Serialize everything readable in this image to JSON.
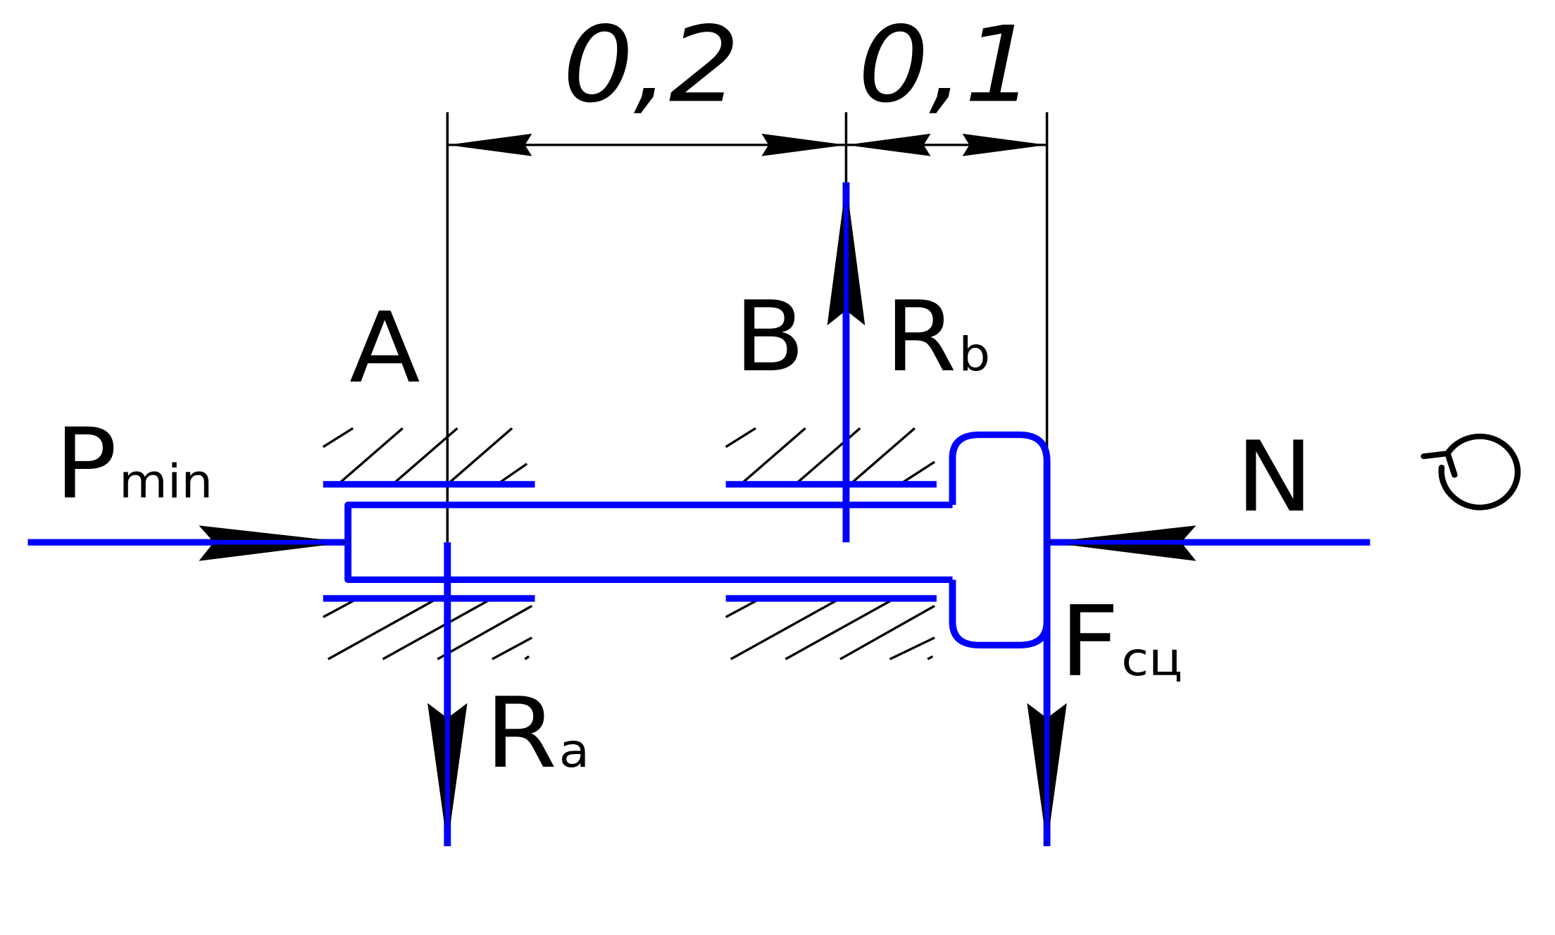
{
  "colors": {
    "structure": "#0000ff",
    "dimension": "#000000",
    "background": "#ffffff"
  },
  "dimensions": {
    "span_ab": "0,2",
    "span_b_end": "0,1"
  },
  "labels": {
    "support_a": "A",
    "support_b": "B",
    "force_p_main": "P",
    "force_p_sub": "min",
    "force_n": "N",
    "reaction_a_main": "R",
    "reaction_a_sub": "a",
    "reaction_b_main": "R",
    "reaction_b_sub": "b",
    "force_f_main": "F",
    "force_f_sub": "сц"
  },
  "icons": {
    "rotation": "rotation-arrow-icon"
  }
}
